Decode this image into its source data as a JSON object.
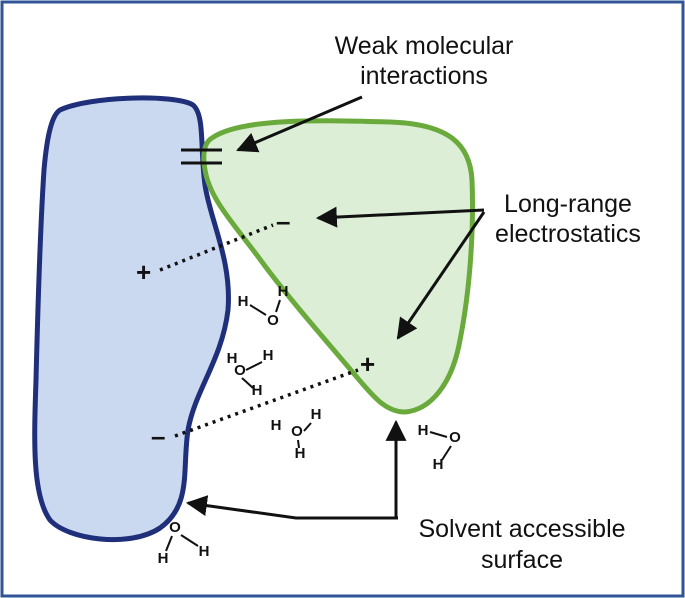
{
  "labels": {
    "weak_line1": "Weak molecular",
    "weak_line2": "interactions",
    "long_line1": "Long-range",
    "long_line2": "electrostatics",
    "solvent_line1": "Solvent accessible",
    "solvent_line2": "surface"
  },
  "charges": {
    "plus": "+",
    "minus": "–"
  },
  "atoms": {
    "hydrogen": "H",
    "oxygen": "O"
  },
  "colors": {
    "border": "#2f5597",
    "blue_fill": "#cad8f0",
    "blue_stroke": "#1f2f7a",
    "green_fill": "#dcefd6",
    "green_stroke": "#6aaa3c",
    "ink": "#111111"
  }
}
